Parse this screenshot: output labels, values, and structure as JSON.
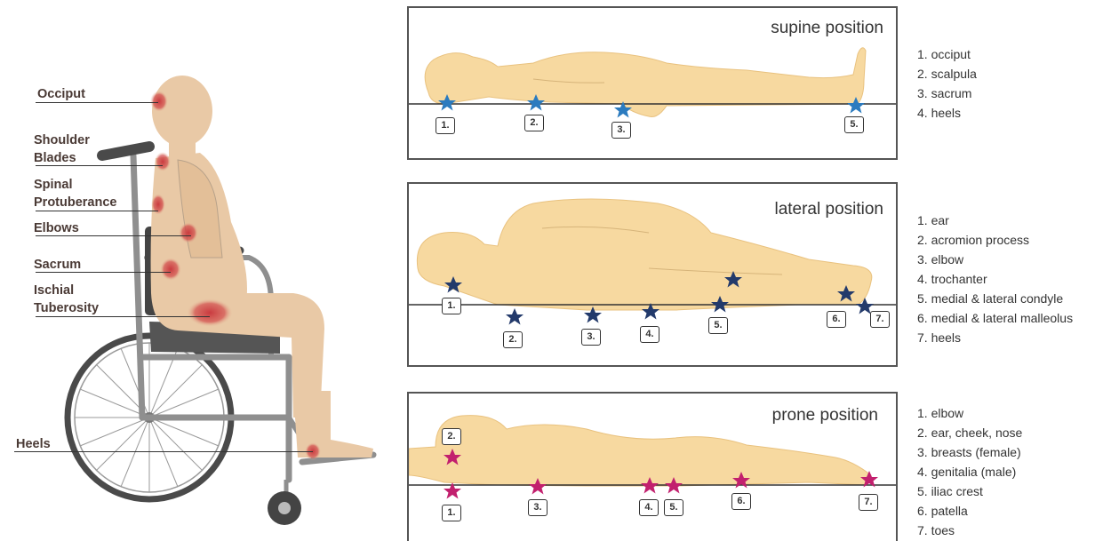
{
  "wheelchair": {
    "labels": [
      {
        "id": "occiput",
        "text": "Occiput"
      },
      {
        "id": "shoulder-blades",
        "text": "Shoulder\nBlades"
      },
      {
        "id": "spinal-protuberance",
        "text": "Spinal\nProtuberance"
      },
      {
        "id": "elbows",
        "text": "Elbows"
      },
      {
        "id": "sacrum",
        "text": "Sacrum"
      },
      {
        "id": "ischial-tuberosity",
        "text": "Ischial\nTuberosity"
      },
      {
        "id": "heels",
        "text": "Heels"
      }
    ]
  },
  "panels": {
    "supine": {
      "title": "supine position",
      "star_color": "#2b7bbf",
      "markers": [
        "1.",
        "2.",
        "3.",
        "5."
      ],
      "legend": [
        "1. occiput",
        "2. scalpula",
        "3. sacrum",
        "4. heels"
      ]
    },
    "lateral": {
      "title": "lateral position",
      "star_color": "#233a6b",
      "markers": [
        "1.",
        "2.",
        "3.",
        "4.",
        "5.",
        "6.",
        "7."
      ],
      "legend": [
        "1. ear",
        "2. acromion process",
        "3. elbow",
        "4. trochanter",
        "5. medial & lateral condyle",
        "6. medial & lateral malleolus",
        "7. heels"
      ]
    },
    "prone": {
      "title": "prone position",
      "star_color": "#c2206e",
      "markers": [
        "2.",
        "1.",
        "3.",
        "4.",
        "5.",
        "6.",
        "7."
      ],
      "legend": [
        "1. elbow",
        "2. ear, cheek, nose",
        "3. breasts (female)",
        "4. genitalia (male)",
        "5. iliac crest",
        "6. patella",
        "7. toes"
      ]
    }
  },
  "colors": {
    "skin": "#f7d9a0",
    "skin_edge": "#e9c27f",
    "seated_skin": "#e9c9a6",
    "pressure_red": "#c8333a",
    "chair_dark": "#4a4a4a",
    "chair_metal": "#8f8f8f"
  }
}
